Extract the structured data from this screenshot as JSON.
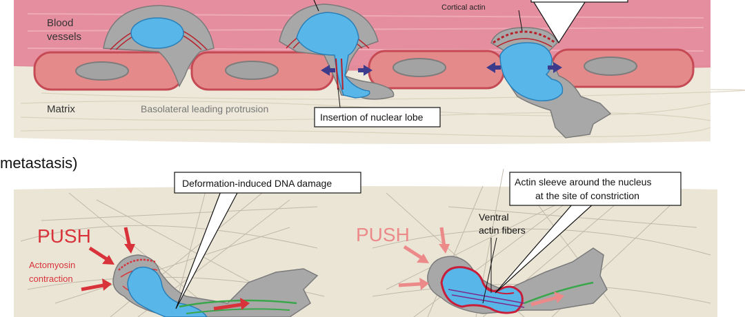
{
  "top_panel": {
    "blood_vessels_label_1": "Blood",
    "blood_vessels_label_2": "vessels",
    "matrix_label": "Matrix",
    "basolateral_label": "Basolateral leading protrusion",
    "insertion_label": "Insertion of nuclear lobe",
    "cortical_actin_label": "Cortical actin"
  },
  "bottom_panel": {
    "section_title": "metastasis)",
    "dna_damage_label": "Deformation-induced DNA damage",
    "actin_sleeve_label_1": "Actin sleeve around the nucleus",
    "actin_sleeve_label_2": "at the site of constriction",
    "ventral_label_1": "Ventral",
    "ventral_label_2": "actin fibers",
    "push_left": "PUSH",
    "push_right": "PUSH",
    "actomyosin_1": "Actomyosin",
    "actomyosin_2": "contraction"
  },
  "colors": {
    "vessel_band": "#e07a8e",
    "endothelial_cell": "#e48a8a",
    "cell_outline": "#b8202a",
    "nucleus_grey": "#a3a3a3",
    "cell_grey": "#a8a8a8",
    "nucleus_blue": "#58b6e8",
    "matrix_beige": "#e9e2d2",
    "push_red": "#d8323a",
    "push_pink": "#ec8a8a",
    "arrow_navy": "#3d3c8c"
  }
}
